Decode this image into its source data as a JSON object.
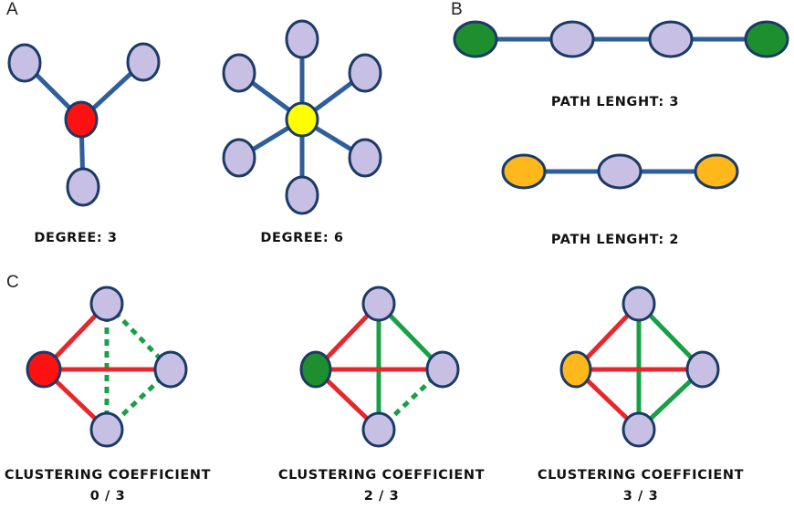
{
  "panels": {
    "a": {
      "letter": "A",
      "star3_caption": "DEGREE: 3",
      "star6_caption": "DEGREE: 6"
    },
    "b": {
      "letter": "B",
      "path3_caption": "PATH LENGHT: 3",
      "path2_caption": "PATH LENGHT: 2"
    },
    "c": {
      "letter": "C",
      "graphs": [
        {
          "caption": "CLUSTERING COEFFICIENT",
          "value": "0 / 3"
        },
        {
          "caption": "CLUSTERING COEFFICIENT",
          "value": "2 / 3"
        },
        {
          "caption": "CLUSTERING COEFFICIENT",
          "value": "3 / 3"
        }
      ]
    }
  },
  "colors": {
    "node_fill": "#c8c0e4",
    "node_stroke": "#1b3a66",
    "edge_blue": "#2e5e9c",
    "edge_red": "#e8262b",
    "edge_green": "#17a045",
    "hub_red": "#ff1111",
    "hub_yellow": "#ffff00",
    "hub_green": "#1e8f2e",
    "hub_orange": "#ffb81c"
  }
}
